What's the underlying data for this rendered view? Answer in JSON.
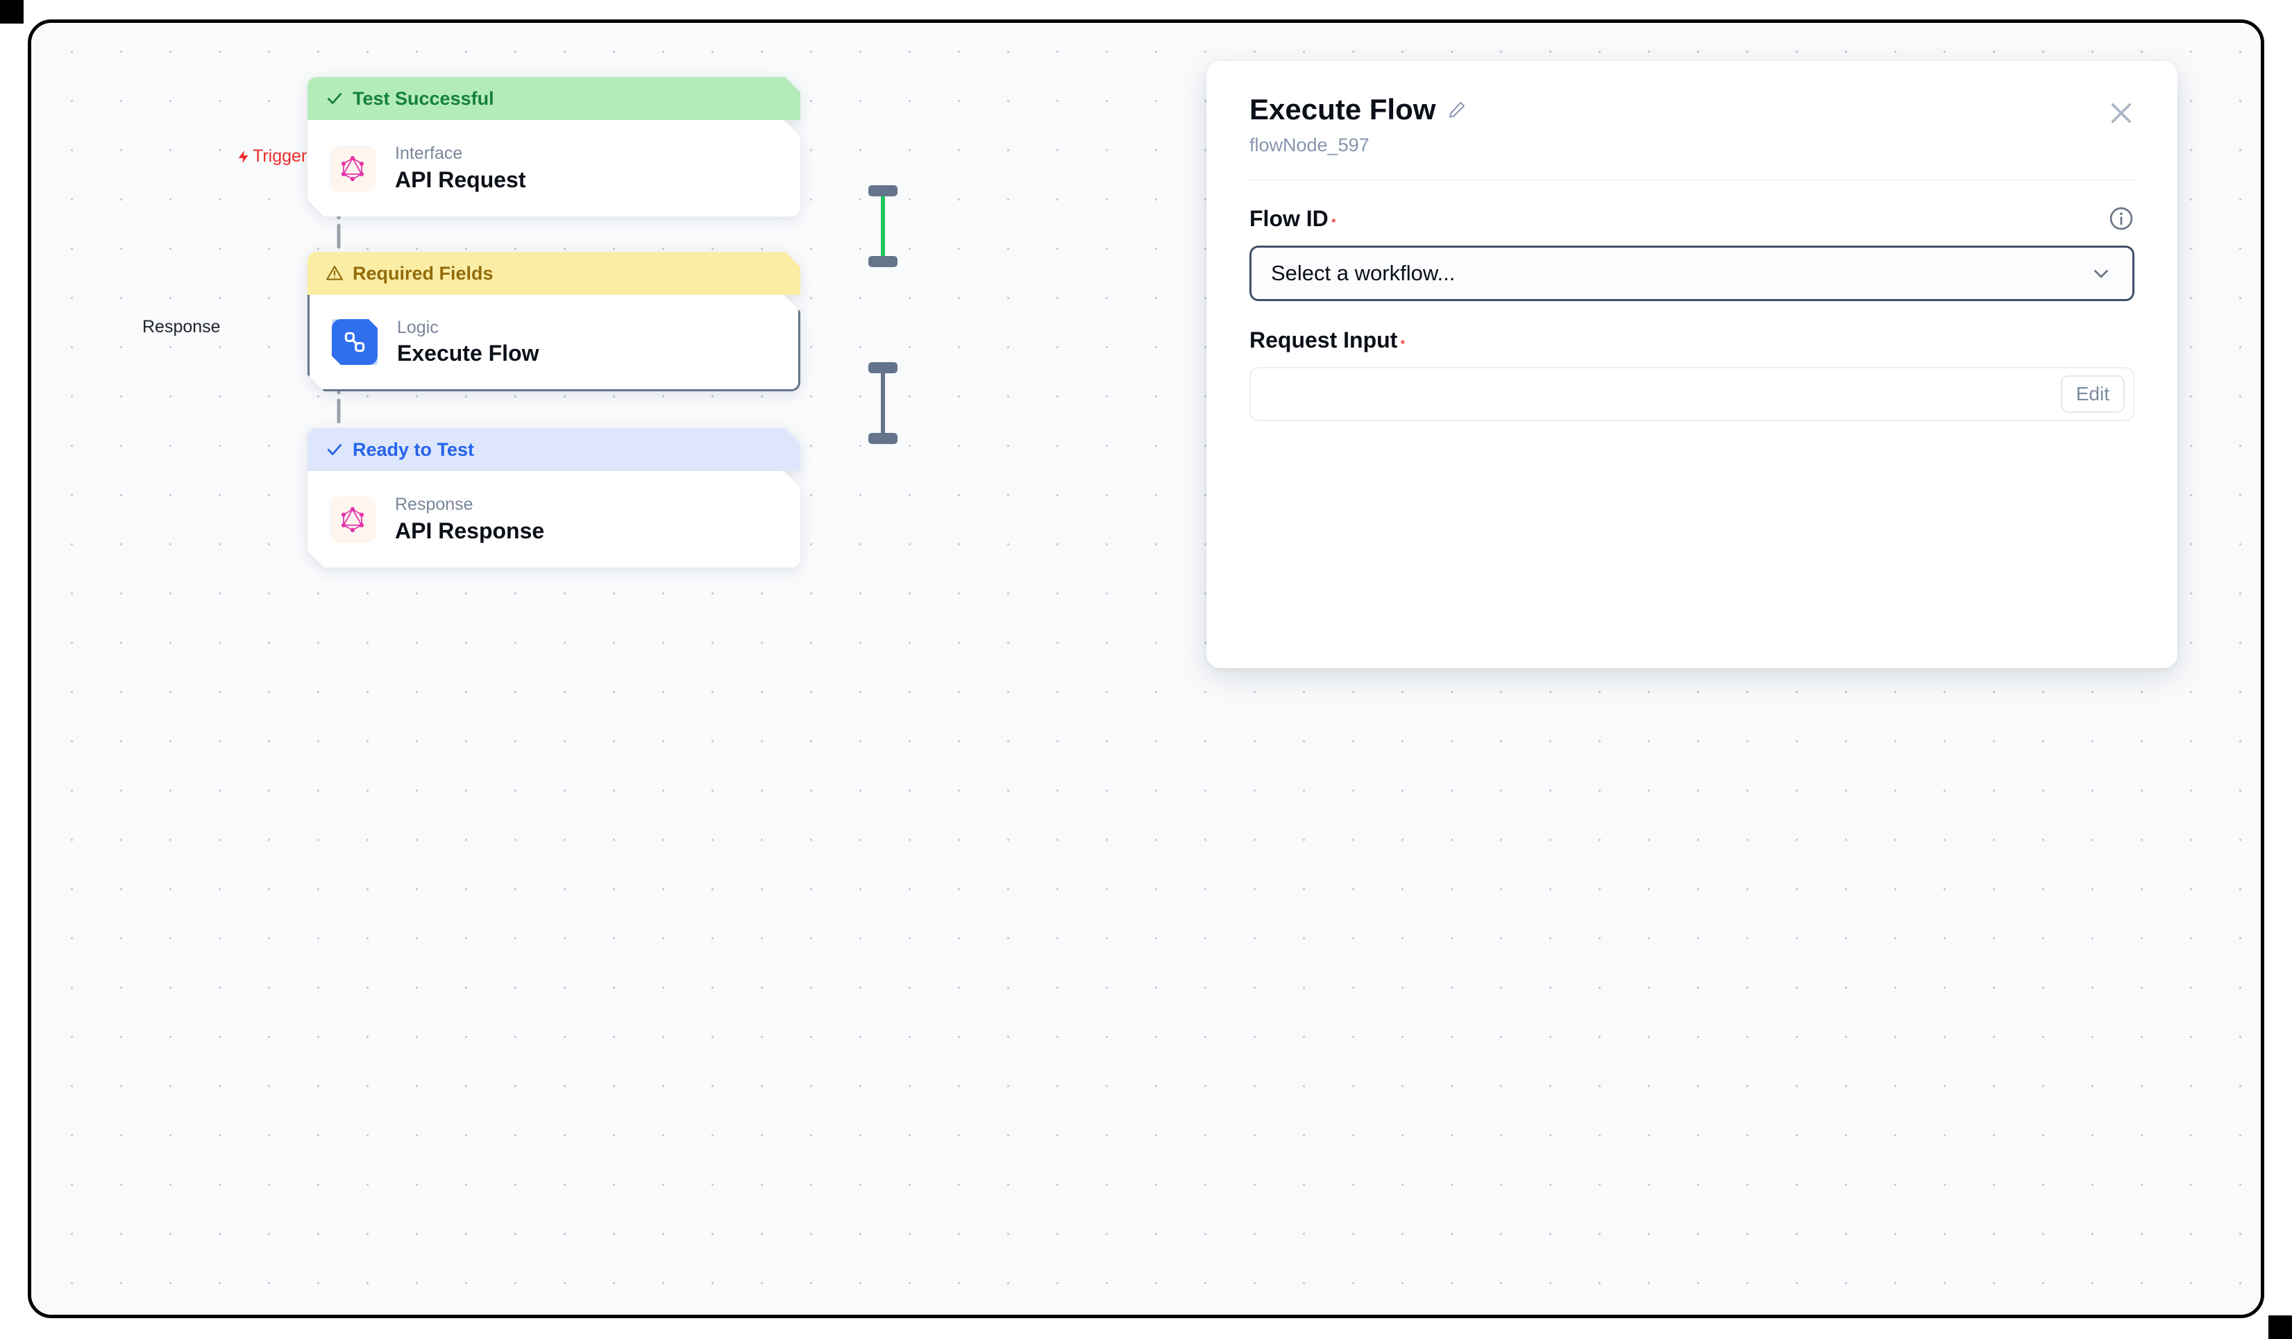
{
  "canvas": {
    "background_color": "#f8fafc",
    "dot_color": "#c3c8d0"
  },
  "edges": [
    {
      "id": "trigger",
      "label": "Trigger",
      "icon": "lightning-bolt-icon",
      "color": "#ef2b2b",
      "style": "dashed"
    },
    {
      "id": "response",
      "label": "Response",
      "icon": "",
      "color": "#1f2328",
      "style": "dashed"
    },
    {
      "id": "request-to-logic",
      "label": "",
      "color": "#22c55e",
      "style": "solid"
    },
    {
      "id": "logic-to-response",
      "label": "",
      "color": "#64748b",
      "style": "solid"
    }
  ],
  "nodes": [
    {
      "status_label": "Test Successful",
      "status_icon": "check-icon",
      "status_variant": "success",
      "kind": "Interface",
      "title": "API Request",
      "icon": "graphql-icon",
      "selected": false
    },
    {
      "status_label": "Required Fields",
      "status_icon": "warning-triangle-icon",
      "status_variant": "warn",
      "kind": "Logic",
      "title": "Execute Flow",
      "icon": "flow-branch-icon",
      "selected": true
    },
    {
      "status_label": "Ready to Test",
      "status_icon": "check-icon",
      "status_variant": "ready",
      "kind": "Response",
      "title": "API Response",
      "icon": "graphql-icon",
      "selected": false
    }
  ],
  "panel": {
    "title": "Execute Flow",
    "edit_title_icon": "pencil-icon",
    "subtitle": "flowNode_597",
    "close_icon": "close-icon",
    "fields": {
      "flow_id": {
        "label": "Flow ID",
        "required_marker": "*",
        "info_icon": "info-circle-icon",
        "placeholder": "Select a workflow...",
        "value": "Select a workflow...",
        "chevron_icon": "chevron-down-icon"
      },
      "request_input": {
        "label": "Request Input",
        "required_marker": "*",
        "value": "",
        "edit_label": "Edit"
      }
    }
  }
}
